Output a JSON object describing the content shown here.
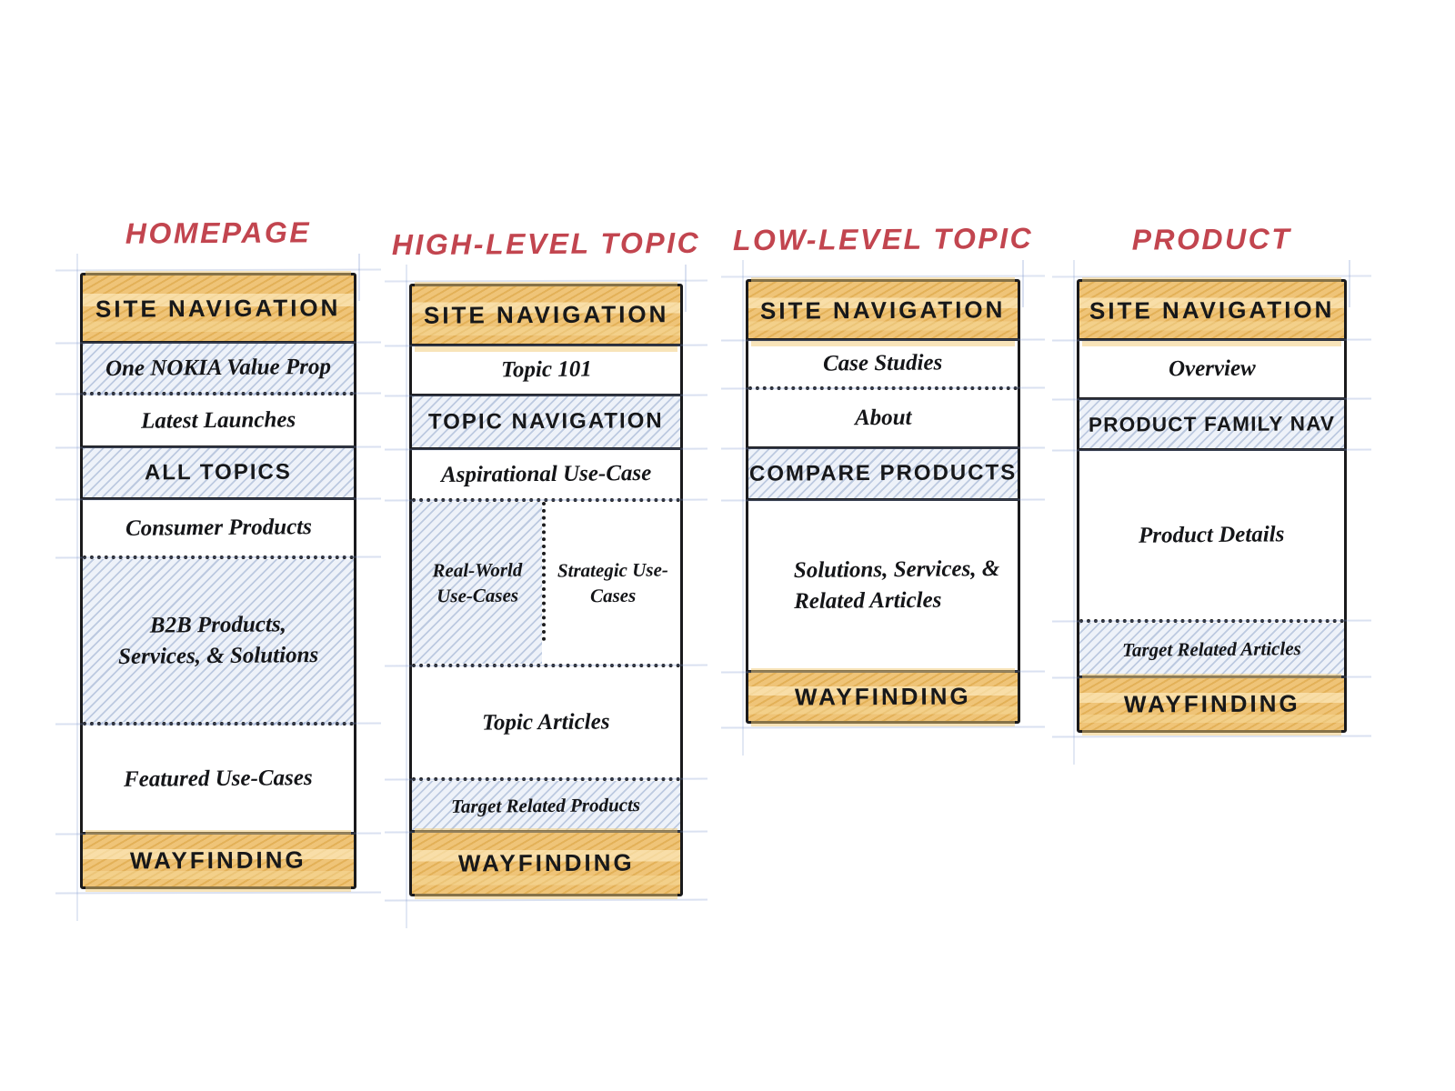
{
  "palette": {
    "title_red": "#c2454f",
    "highlight_orange": "#efc478",
    "hatch_blue": "#eef2f9",
    "ink": "#1b1c1e"
  },
  "columns": [
    {
      "title": "HOMEPAGE",
      "sections": [
        "SITE NAVIGATION",
        "One NOKIA Value Prop",
        "Latest Launches",
        "ALL TOPICS",
        "Consumer Products",
        "B2B Products, Services, & Solutions",
        "Featured Use-Cases",
        "WAYFINDING"
      ]
    },
    {
      "title": "HIGH-LEVEL TOPIC",
      "sections": [
        "SITE NAVIGATION",
        "Topic 101",
        "TOPIC NAVIGATION",
        "Aspirational Use-Case",
        {
          "left": "Real-World Use-Cases",
          "right": "Strategic Use-Cases"
        },
        "Topic Articles",
        "Target Related Products",
        "WAYFINDING"
      ]
    },
    {
      "title": "LOW-LEVEL TOPIC",
      "sections": [
        "SITE NAVIGATION",
        "Case Studies",
        "About",
        "COMPARE PRODUCTS",
        "Solutions, Services, & Related Articles",
        "WAYFINDING"
      ]
    },
    {
      "title": "PRODUCT",
      "sections": [
        "SITE NAVIGATION",
        "Overview",
        "PRODUCT FAMILY NAV",
        "Product Details",
        "Target Related Articles",
        "WAYFINDING"
      ]
    }
  ]
}
